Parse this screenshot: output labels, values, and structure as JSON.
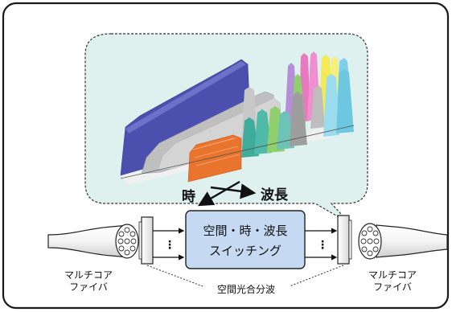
{
  "axes": {
    "time_label": "時",
    "wavelength_label": "波長"
  },
  "switch_box": {
    "line1": "空間・時・波長",
    "line2": "スイッチング"
  },
  "fiber_left": {
    "line1": "マルチコア",
    "line2": "ファイバ"
  },
  "fiber_right": {
    "line1": "マルチコア",
    "line2": "ファイバ"
  },
  "mux_label": "空間光合分波",
  "colors": {
    "bubble_fill": "#def1ee",
    "switch_fill": "#c5d9f2",
    "frame_stroke": "#1a1a1a",
    "peak_colors": [
      "#4b4fae",
      "#c8c8c8",
      "#e8742e",
      "#3fab9b",
      "#8fcf6e",
      "#b48fd8",
      "#e779c0",
      "#f2ea56",
      "#7fd0e8"
    ]
  },
  "icons": {
    "left_fiber": "multicore-fiber-icon",
    "right_fiber": "multicore-fiber-icon",
    "left_mux": "spatial-mux-icon",
    "right_mux": "spatial-mux-icon"
  }
}
